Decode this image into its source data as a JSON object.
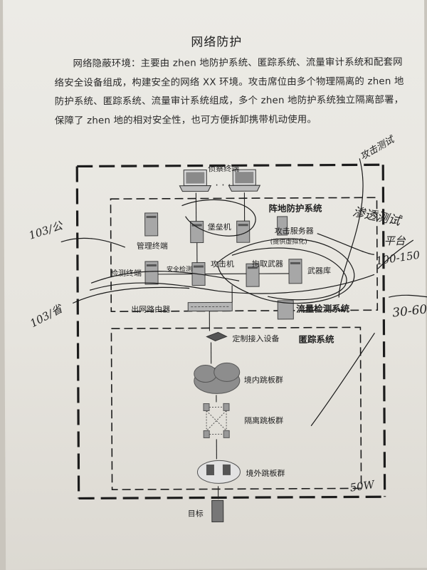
{
  "doc": {
    "title": "网络防护",
    "paragraph": "网络隐蔽环境：主要由 zhen 地防护系统、匿踪系统、流量审计系统和配套网络安全设备组成，构建安全的网络 XX 环境。攻击席位由多个物理隔离的 zhen 地防护系统、匿踪系统、流量审计系统组成，多个 zhen 地防护系统独立隔离部署，保障了 zhen 地的相对安全性，也可方便拆卸携带机动使用。"
  },
  "diagram": {
    "recon_terminal": "侦察终端",
    "zhen_system": "阵地防护系统",
    "bastion_host": "堡垒机",
    "attack_server": "攻击服务器",
    "attack_server_note": "(提供虚拟化)",
    "mgmt_terminal": "管理终端",
    "detect_terminal": "检测终端",
    "safe_detect": "安全检测",
    "attack_machine": "攻击机",
    "fetch_weapon": "拘取武器",
    "weapon_lib": "武器库",
    "egress_router": "出网路由器",
    "traffic_system": "流量检测系统",
    "custom_access": "定制接入设备",
    "stealth_system": "匿踪系统",
    "domestic_jump": "境内跳板群",
    "isolation_jump": "隔离跳板群",
    "foreign_jump": "境外跳板群",
    "target": "目标"
  },
  "handwriting": {
    "left_top": "103/公",
    "left_bottom": "103/省",
    "top_right": "攻击测试",
    "right_1": "渗透测试",
    "right_1b": "平台",
    "right_2": "100-150",
    "right_3": "30-60",
    "bottom_right": "50W"
  }
}
